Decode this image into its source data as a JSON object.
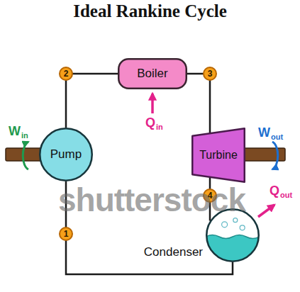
{
  "diagram": {
    "title": "Ideal Rankine Cycle",
    "nodes": [
      {
        "text": [
          "Boiler"
        ]
      },
      {
        "text": [
          "Pump"
        ]
      },
      {
        "text": [
          "Turbine"
        ]
      },
      {
        "text": [
          "Condenser"
        ]
      }
    ],
    "edges": [
      {
        "from": 1,
        "to": 0,
        "arrow": "none"
      },
      {
        "from": 0,
        "to": 2,
        "arrow": "none"
      },
      {
        "from": 2,
        "to": 3,
        "arrow": "none"
      },
      {
        "from": 3,
        "to": 1,
        "arrow": "none"
      }
    ],
    "labels": [
      "2",
      "3",
      "Q",
      "in",
      "W",
      "in",
      "W",
      "out",
      "4",
      "1",
      "Q",
      "out",
      "shutterstock"
    ]
  }
}
